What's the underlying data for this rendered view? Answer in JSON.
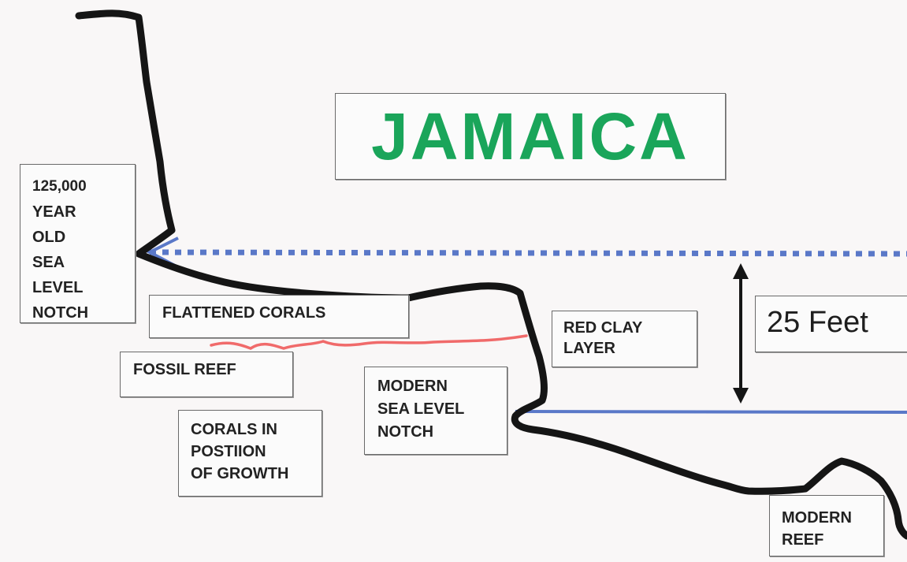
{
  "diagram": {
    "title": "JAMAICA",
    "labels": {
      "old_notch": [
        "125,000",
        "YEAR",
        "OLD",
        "SEA",
        "LEVEL",
        "NOTCH"
      ],
      "flattened_corals": "FLATTENED CORALS",
      "red_clay": [
        "RED CLAY",
        "LAYER"
      ],
      "fossil_reef": "FOSSIL REEF",
      "modern_notch": [
        "MODERN",
        "SEA LEVEL",
        "NOTCH"
      ],
      "corals_growth": [
        "CORALS IN",
        "POSTIION",
        "OF GROWTH"
      ],
      "modern_reef": [
        "MODERN",
        "REEF"
      ],
      "height_difference": "25 Feet"
    },
    "colors": {
      "title": "#1aa55a",
      "coastline": "#151515",
      "sea_level": "#5a78c8",
      "red_clay": "#f06a6a",
      "box_border": "#6a6a6a"
    }
  }
}
